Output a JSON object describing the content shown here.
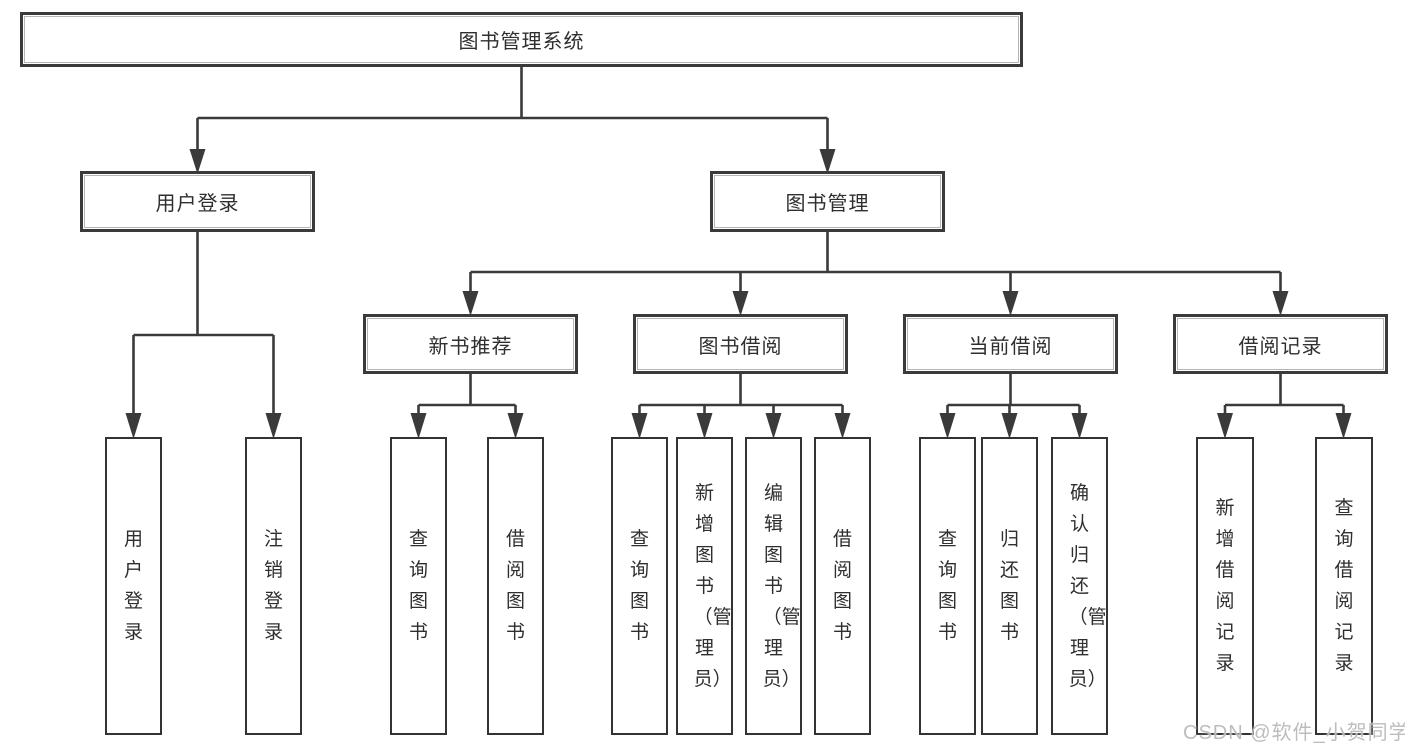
{
  "diagram_type": "hierarchy-tree",
  "colors": {
    "line": "#3a3a3a",
    "box_border": "#333333",
    "background": "#ffffff",
    "text": "#2f2f2f",
    "watermark": "#b9b9b9"
  },
  "tree": {
    "label": "图书管理系统",
    "children": [
      {
        "label": "用户登录",
        "children": [
          {
            "label": "用户登录"
          },
          {
            "label": "注销登录"
          }
        ]
      },
      {
        "label": "图书管理",
        "children": [
          {
            "label": "新书推荐",
            "children": [
              {
                "label": "查询图书"
              },
              {
                "label": "借阅图书"
              }
            ]
          },
          {
            "label": "图书借阅",
            "children": [
              {
                "label": "查询图书"
              },
              {
                "label": "新增图书（管理员）"
              },
              {
                "label": "编辑图书（管理员）"
              },
              {
                "label": "借阅图书"
              }
            ]
          },
          {
            "label": "当前借阅",
            "children": [
              {
                "label": "查询图书"
              },
              {
                "label": "归还图书"
              },
              {
                "label": "确认归还（管理员）"
              }
            ]
          },
          {
            "label": "借阅记录",
            "children": [
              {
                "label": "新增借阅记录"
              },
              {
                "label": "查询借阅记录"
              }
            ]
          }
        ]
      }
    ]
  },
  "watermark": {
    "text": "CSDN @软件_小贺同学"
  }
}
